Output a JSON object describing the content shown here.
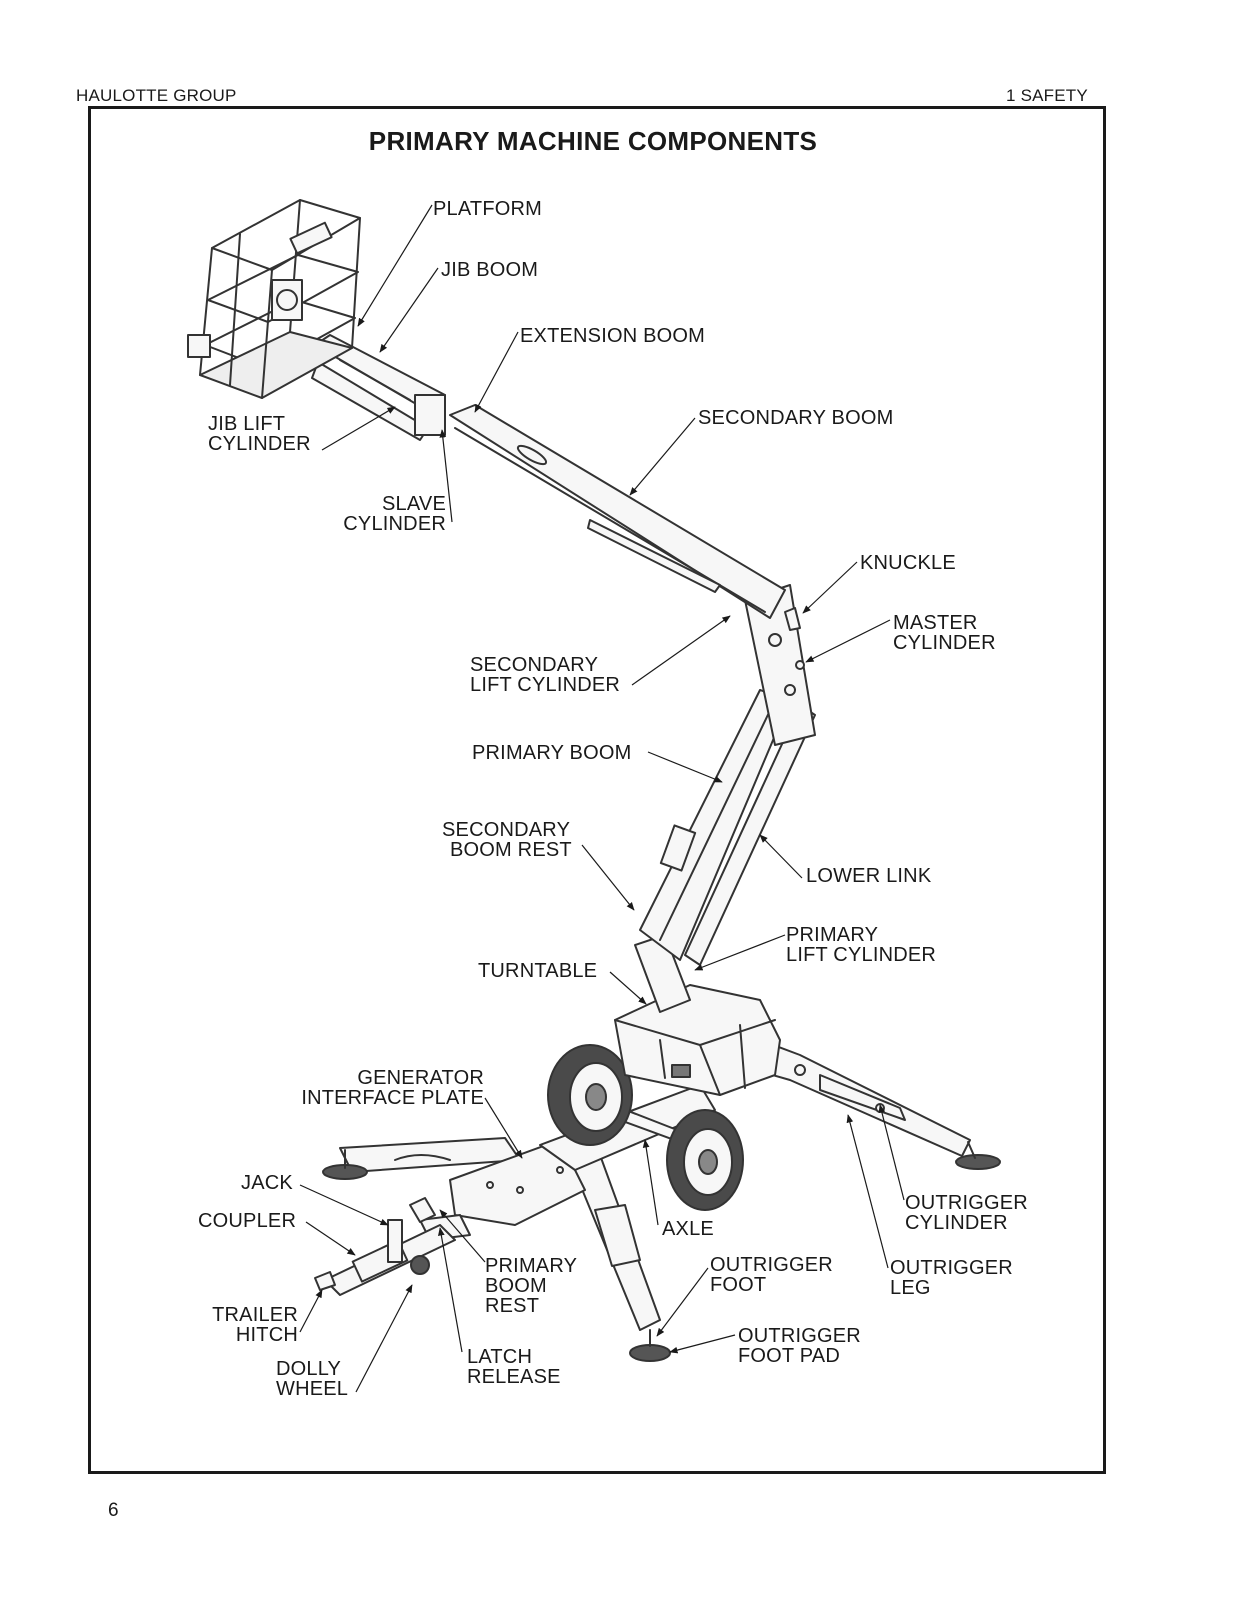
{
  "header": {
    "left": "HAULOTTE GROUP",
    "right": "1  SAFETY"
  },
  "title": "PRIMARY MACHINE COMPONENTS",
  "page_number": "6",
  "labels": {
    "platform": "PLATFORM",
    "jib_boom": "JIB BOOM",
    "extension_boom": "EXTENSION BOOM",
    "jib_lift_cylinder": [
      "JIB LIFT",
      "CYLINDER"
    ],
    "secondary_boom": "SECONDARY BOOM",
    "slave_cylinder": [
      "SLAVE",
      "CYLINDER"
    ],
    "knuckle": "KNUCKLE",
    "master_cylinder": [
      "MASTER",
      "CYLINDER"
    ],
    "secondary_lift_cylinder": [
      "SECONDARY",
      "LIFT CYLINDER"
    ],
    "primary_boom": "PRIMARY BOOM",
    "secondary_boom_rest": [
      "SECONDARY",
      "BOOM REST"
    ],
    "lower_link": "LOWER LINK",
    "primary_lift_cylinder": [
      "PRIMARY",
      "LIFT CYLINDER"
    ],
    "turntable": "TURNTABLE",
    "generator_interface_plate": [
      "GENERATOR",
      "INTERFACE PLATE"
    ],
    "jack": "JACK",
    "coupler": "COUPLER",
    "outrigger_cylinder": [
      "OUTRIGGER",
      "CYLINDER"
    ],
    "axle": "AXLE",
    "primary_boom_rest": [
      "PRIMARY",
      "BOOM",
      "REST"
    ],
    "outrigger_foot": [
      "OUTRIGGER",
      "FOOT"
    ],
    "outrigger_leg": [
      "OUTRIGGER",
      "LEG"
    ],
    "trailer_hitch": [
      "TRAILER",
      "HITCH"
    ],
    "outrigger_foot_pad": [
      "OUTRIGGER",
      "FOOT PAD"
    ],
    "dolly_wheel": [
      "DOLLY",
      "WHEEL"
    ],
    "latch_release": [
      "LATCH",
      "RELEASE"
    ]
  }
}
